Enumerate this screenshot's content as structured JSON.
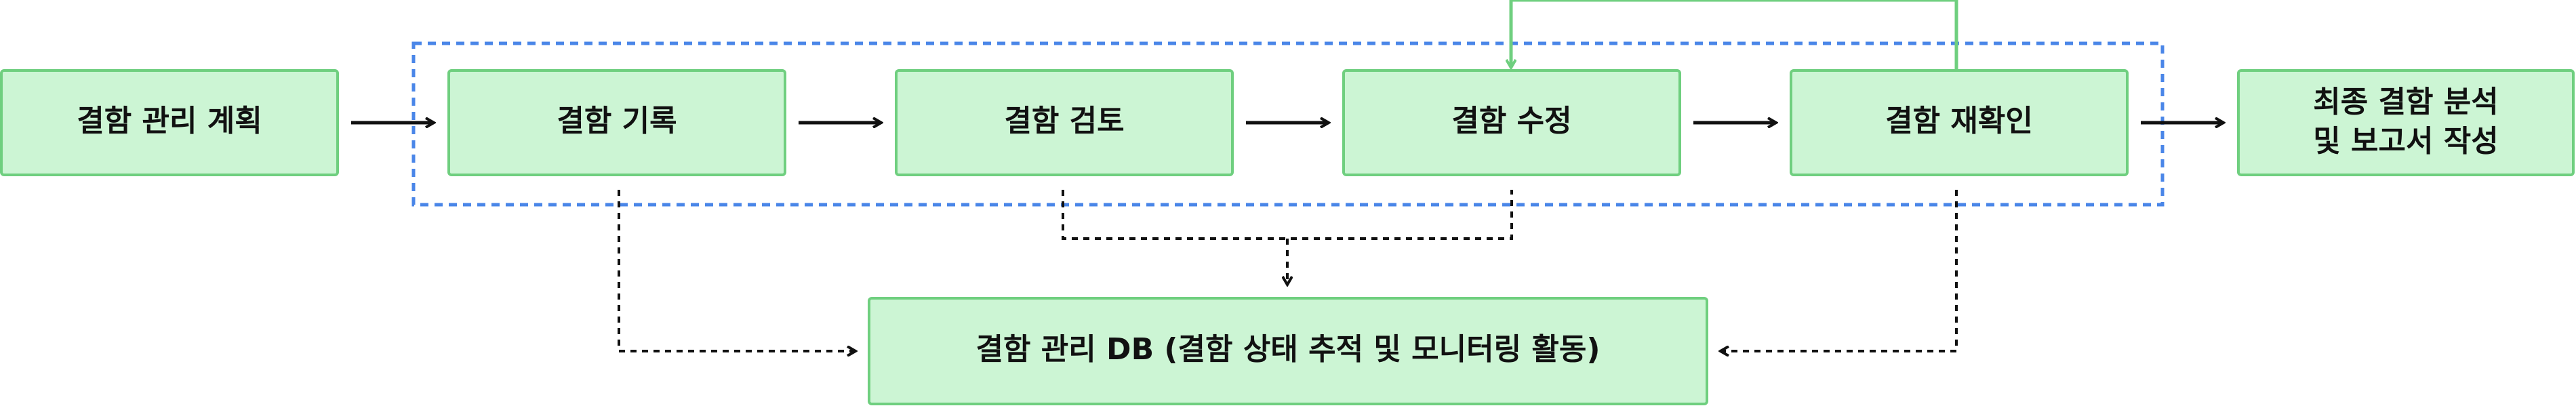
{
  "colors": {
    "box_fill": "#ccf5d4",
    "box_stroke": "#6fcf7f",
    "loop_arrow": "#6fcf7f",
    "group_border": "#4a86e8",
    "arrow": "#111111"
  },
  "nodes": {
    "plan": {
      "label": "결함 관리 계획"
    },
    "record": {
      "label": "결함 기록"
    },
    "review": {
      "label": "결함 검토"
    },
    "fix": {
      "label": "결함 수정"
    },
    "recheck": {
      "label": "결함 재확인"
    },
    "final": {
      "label_line1": "최종 결함 분석",
      "label_line2": "및 보고서 작성"
    },
    "db": {
      "label": "결함 관리 DB (결함 상태 추적 및 모니터링 활동)"
    }
  }
}
